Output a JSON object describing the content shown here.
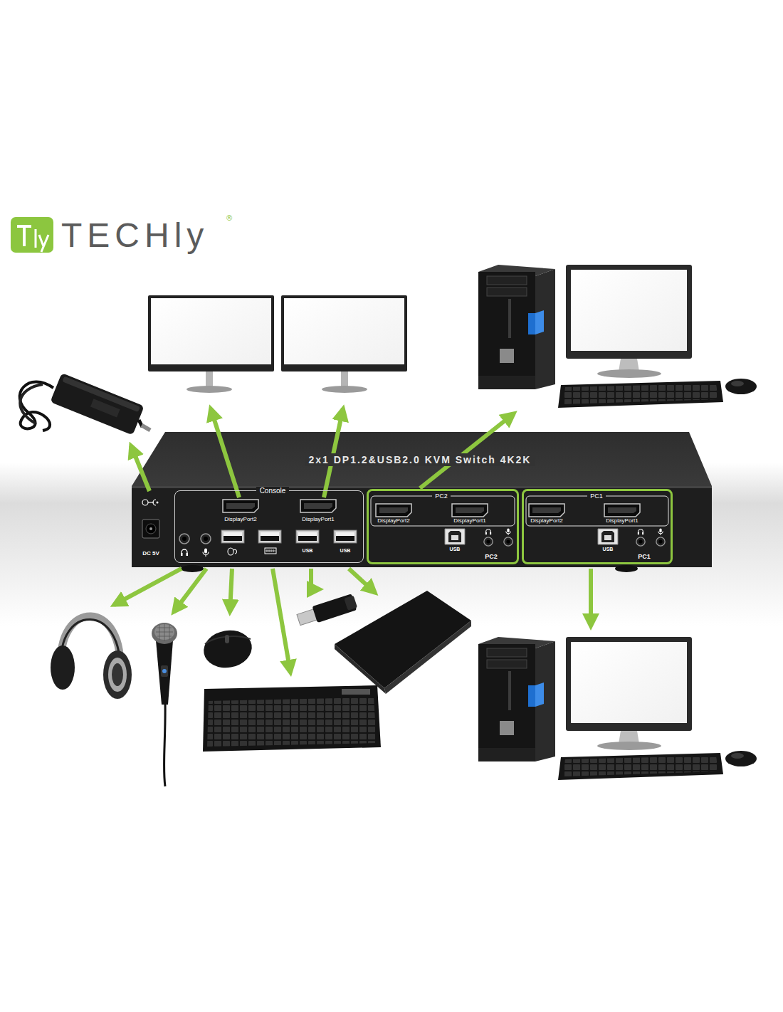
{
  "diagram": {
    "nodes": [
      {
        "text": [
          "2x1 DP1.2&USB2.0 KVM Switch 4K2K",
          "DC 5V"
        ]
      },
      {
        "text": [
          "Console",
          "DisplayPort2",
          "DisplayPort1",
          "USB",
          "USB"
        ],
        "in": 0
      },
      {
        "text": [
          "PC2",
          "DisplayPort2",
          "DisplayPort1",
          "USB",
          "PC2"
        ],
        "in": 0
      },
      {
        "text": [
          "PC1",
          "DisplayPort2",
          "DisplayPort1",
          "USB",
          "PC1"
        ],
        "in": 0
      }
    ],
    "labels": [
      "TECHly",
      "®"
    ]
  }
}
